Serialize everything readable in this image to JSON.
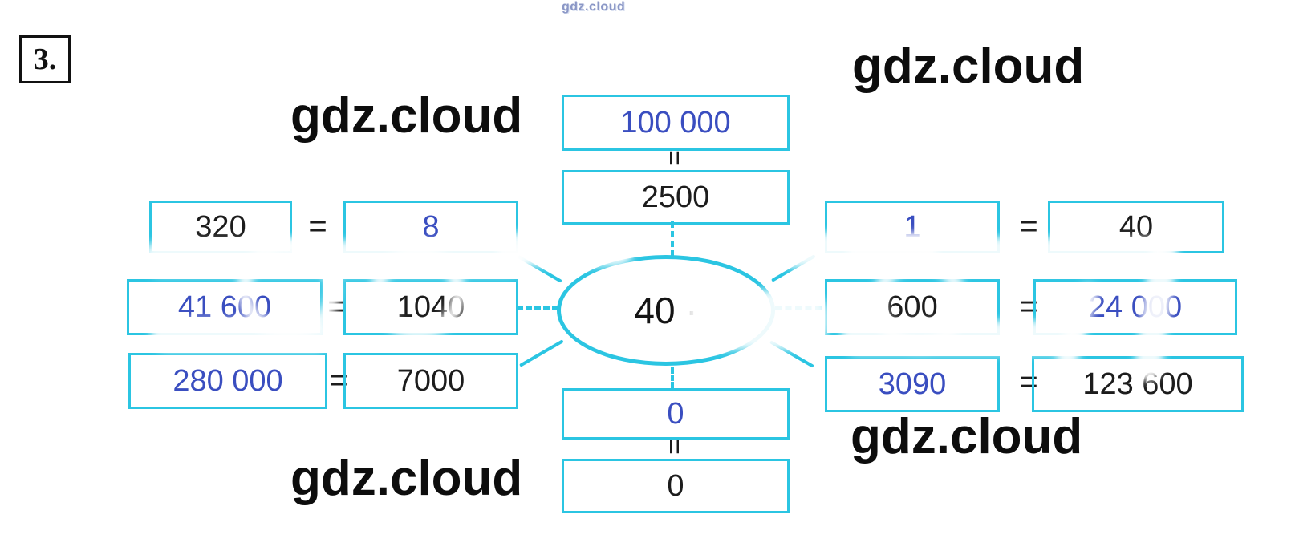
{
  "page": {
    "exercise_number": "3.",
    "small_watermark": "gdz.cloud",
    "big_watermarks": [
      "gdz.cloud",
      "gdz.cloud",
      "gdz.cloud",
      "gdz.cloud"
    ],
    "equals_sign": "=",
    "vertical_equals": "="
  },
  "diagram": {
    "center_value": "40 ·",
    "top_pair": {
      "product": "100 000",
      "factor": "2500"
    },
    "bottom_pair": {
      "product": "0",
      "factor": "0"
    },
    "left_rows": [
      {
        "left": "320",
        "right": "8"
      },
      {
        "left": "41 600",
        "right": "1040"
      },
      {
        "left": "280 000",
        "right": "7000"
      }
    ],
    "right_rows": [
      {
        "left": "1",
        "right": "40"
      },
      {
        "left": "600",
        "right": "24 000"
      },
      {
        "left": "3090",
        "right": "123 600"
      }
    ],
    "colors": {
      "answer_blue": "#3a4ec0",
      "box_border_cyan": "#2bc5e2",
      "given_black": "#1c1c1c"
    }
  }
}
